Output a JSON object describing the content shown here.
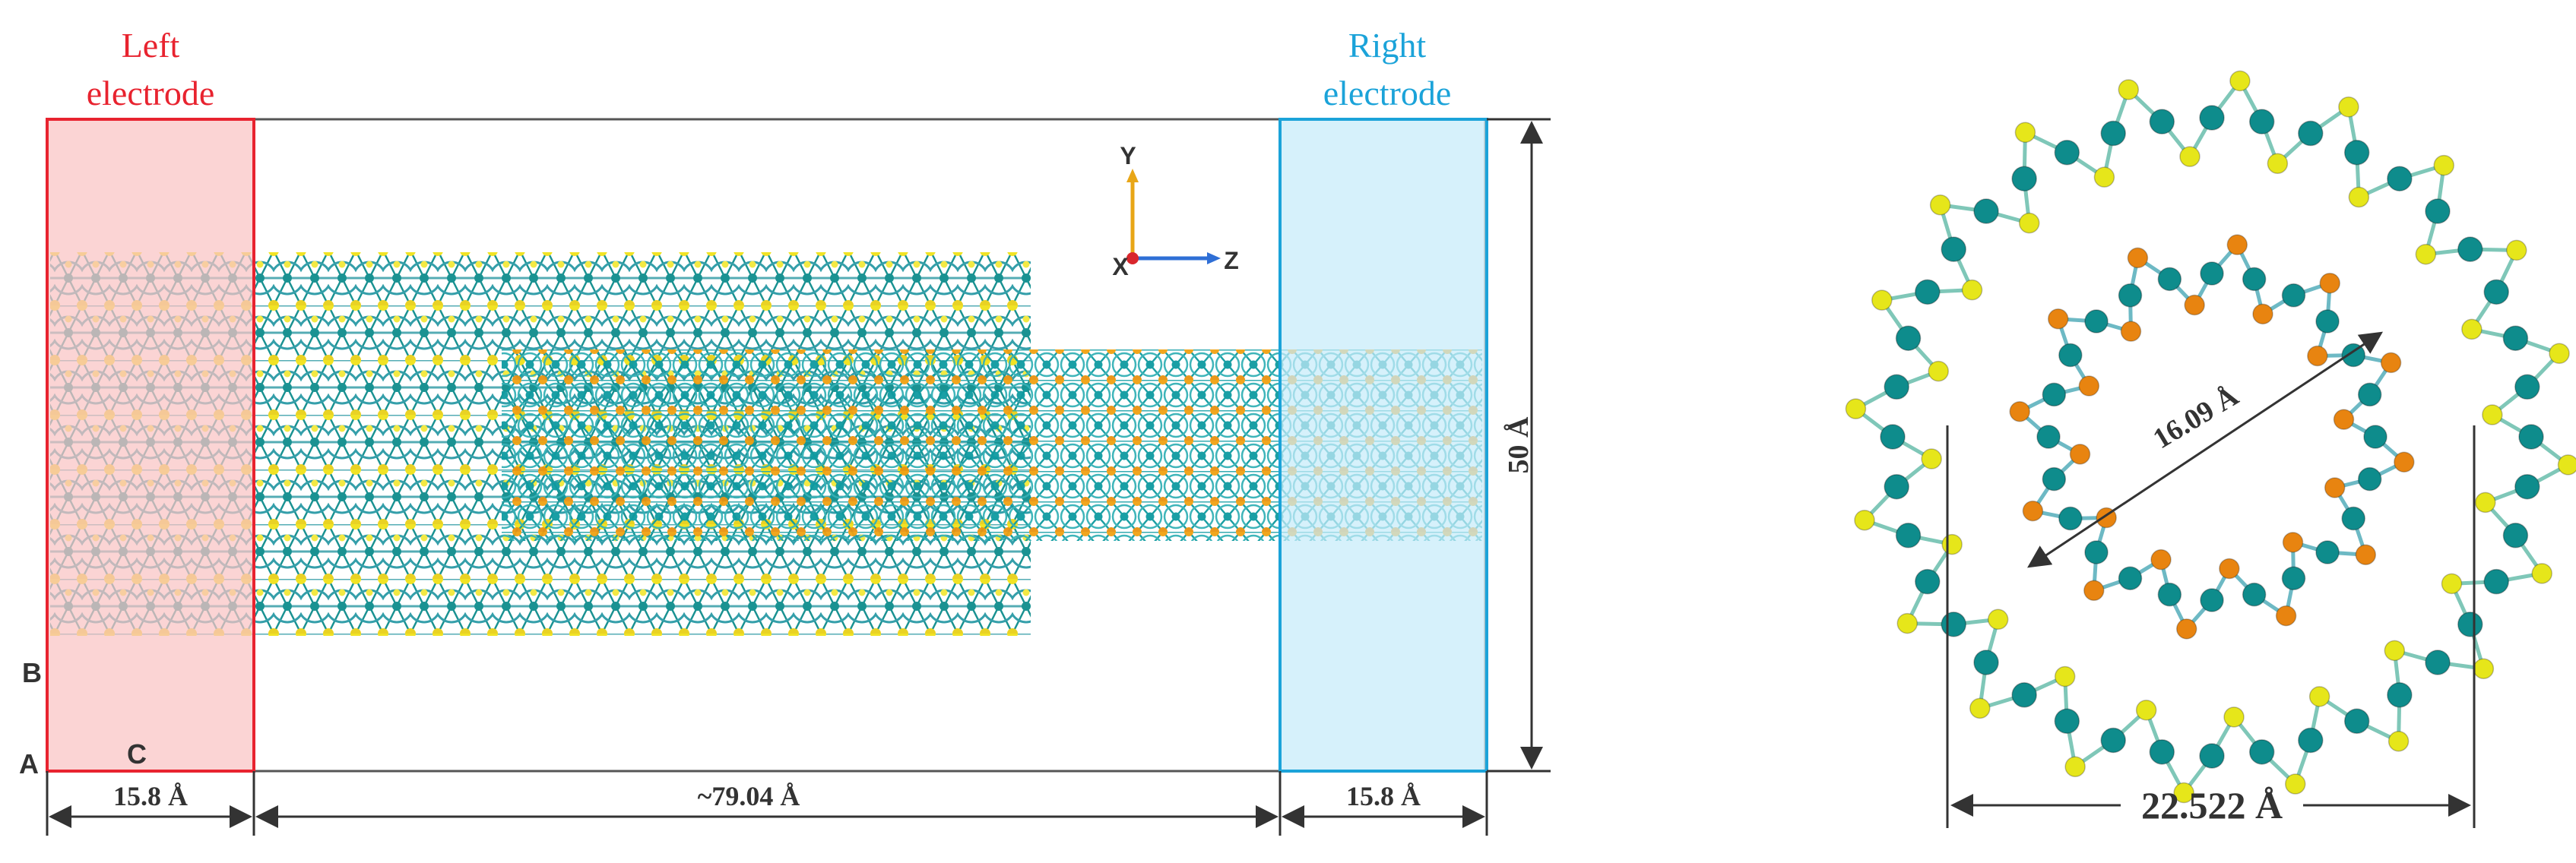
{
  "labels": {
    "left_electrode_line1": "Left",
    "left_electrode_line2": "electrode",
    "right_electrode_line1": "Right",
    "right_electrode_line2": "electrode",
    "axis_y": "Y",
    "axis_x": "X",
    "axis_z": "Z",
    "lattice_a": "A",
    "lattice_b": "B",
    "lattice_c": "C",
    "dim_left": "15.8 Å",
    "dim_scatter": "~79.04 Å",
    "dim_right": "15.8 Å",
    "dim_height": "50 Å",
    "dim_inner_diameter": "16.09 Å",
    "dim_outer_diameter": "22.522 Å"
  },
  "colors": {
    "left_electrode": "#e8232f",
    "left_electrode_fill": "#f9c4c4",
    "right_electrode": "#1ba3d9",
    "right_electrode_fill": "#c6ecf9",
    "metal_atom": "#0e8c8c",
    "chalcogen_outer": "#e6e61a",
    "chalcogen_inner": "#e88410",
    "frame": "#333333",
    "axis_y_arrow": "#e8a617",
    "axis_z_arrow": "#2f6fd6",
    "axis_x_dot": "#d9262c"
  },
  "icons": {
    "axis_origin": "coordinate-axes-icon"
  }
}
